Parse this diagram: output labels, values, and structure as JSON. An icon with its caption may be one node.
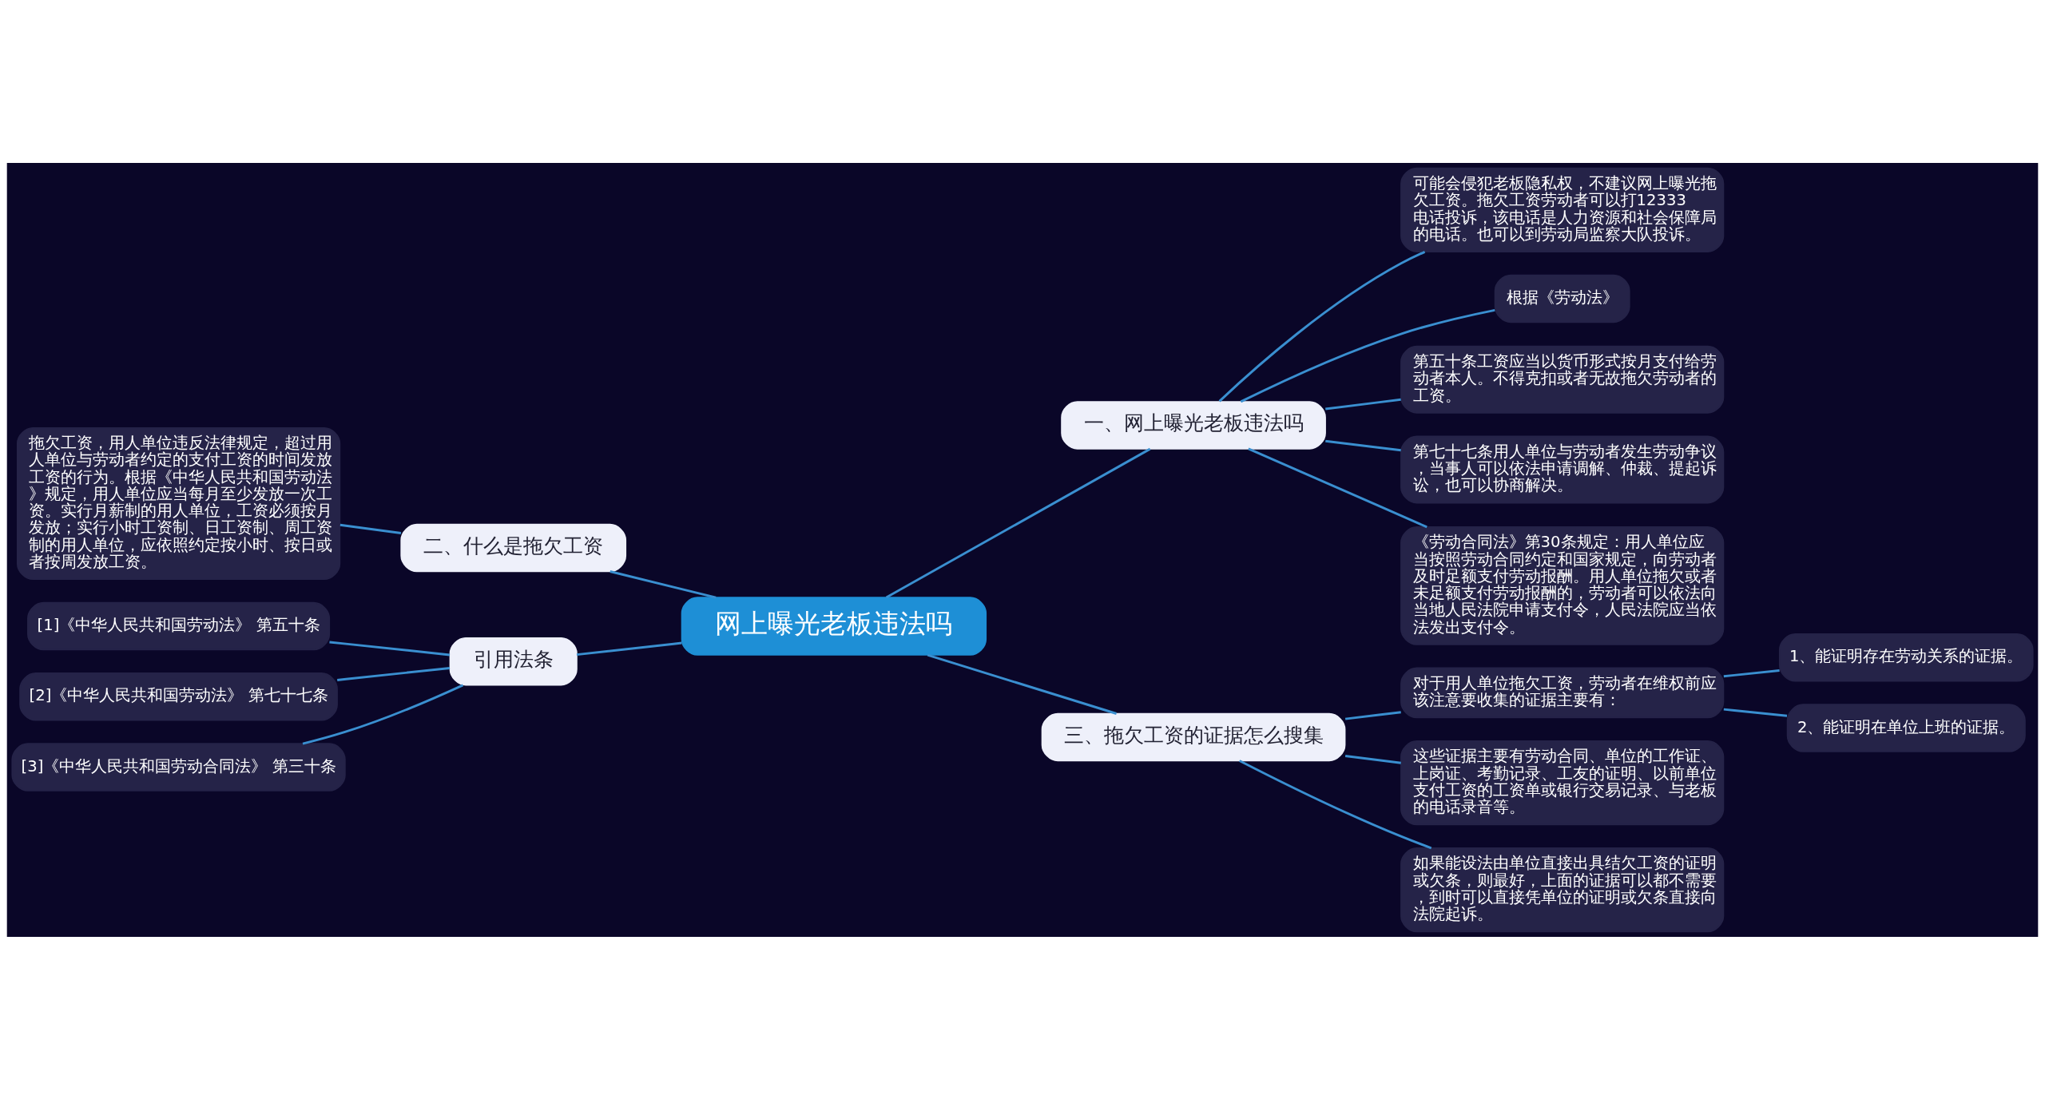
{
  "diagram": {
    "nodes": [
      {
        "text": [
          "网上曝光老板违法吗"
        ]
      },
      {
        "text": [
          "一、网上曝光老板违法吗"
        ]
      },
      {
        "text": [
          "可能会侵犯老板隐私权，不建议网上曝光拖欠工资。拖欠工资劳动者可以打12333电话投诉，该电话是人力资源和社会保障局的电话。也可以到劳动局监察大队投诉。"
        ]
      },
      {
        "text": [
          "根据《劳动法》"
        ]
      },
      {
        "text": [
          "第五十条工资应当以货币形式按月支付给劳动者本人。不得克扣或者无故拖欠劳动者的工资。"
        ]
      },
      {
        "text": [
          "第七十七条用人单位与劳动者发生劳动争议，当事人可以依法申请调解、仲裁、提起诉讼，也可以协商解决。"
        ]
      },
      {
        "text": [
          "《劳动合同法》第30条规定：用人单位应当按照劳动合同约定和国家规定，向劳动者及时足额支付劳动报酬。用人单位拖欠或者未足额支付劳动报酬的，劳动者可以依法向当地人民法院申请支付令，人民法院应当依法发出支付令。"
        ]
      },
      {
        "text": [
          "二、什么是拖欠工资"
        ]
      },
      {
        "text": [
          "拖欠工资，用人单位违反法律规定，超过用人单位与劳动者约定的支付工资的时间发放工资的行为。根据《中华人民共和国劳动法》规定，用人单位应当每月至少发放一次工资。实行月薪制的用人单位，工资必须按月发放；实行小时工资制、日工资制、周工资制的用人单位，应依照约定按小时、按日或者按周发放工资。"
        ]
      },
      {
        "text": [
          "引用法条"
        ]
      },
      {
        "text": [
          "[1]《中华人民共和国劳动法》 第五十条"
        ]
      },
      {
        "text": [
          "[2]《中华人民共和国劳动法》 第七十七条"
        ]
      },
      {
        "text": [
          "[3]《中华人民共和国劳动合同法》 第三十条"
        ]
      },
      {
        "text": [
          "三、拖欠工资的证据怎么搜集"
        ]
      },
      {
        "text": [
          "对于用人单位拖欠工资，劳动者在维权前应该注意要收集的证据主要有："
        ]
      },
      {
        "text": [
          "1、能证明存在劳动关系的证据。"
        ]
      },
      {
        "text": [
          "2、能证明在单位上班的证据。"
        ]
      },
      {
        "text": [
          "这些证据主要有劳动合同、单位的工作证、上岗证、考勤记录、工友的证明、以前单位支付工资的工资单或银行交易记录、与老板的电话录音等。"
        ]
      },
      {
        "text": [
          "如果能设法由单位直接出具结欠工资的证明或欠条，则最好，上面的证据可以都不需要，到时可以直接凭单位的证明或欠条直接向法院起诉。"
        ]
      }
    ],
    "edges": [
      {
        "from": 0,
        "to": 1,
        "arrow": "none"
      },
      {
        "from": 1,
        "to": 2,
        "arrow": "none"
      },
      {
        "from": 1,
        "to": 3,
        "arrow": "none"
      },
      {
        "from": 1,
        "to": 4,
        "arrow": "none"
      },
      {
        "from": 1,
        "to": 5,
        "arrow": "none"
      },
      {
        "from": 1,
        "to": 6,
        "arrow": "none"
      },
      {
        "from": 0,
        "to": 7,
        "arrow": "none"
      },
      {
        "from": 7,
        "to": 8,
        "arrow": "none"
      },
      {
        "from": 0,
        "to": 9,
        "arrow": "none"
      },
      {
        "from": 9,
        "to": 10,
        "arrow": "none"
      },
      {
        "from": 9,
        "to": 11,
        "arrow": "none"
      },
      {
        "from": 9,
        "to": 12,
        "arrow": "none"
      },
      {
        "from": 0,
        "to": 13,
        "arrow": "none"
      },
      {
        "from": 13,
        "to": 14,
        "arrow": "none"
      },
      {
        "from": 14,
        "to": 15,
        "arrow": "none"
      },
      {
        "from": 14,
        "to": 16,
        "arrow": "none"
      },
      {
        "from": 13,
        "to": 17,
        "arrow": "none"
      },
      {
        "from": 13,
        "to": 18,
        "arrow": "none"
      }
    ]
  }
}
